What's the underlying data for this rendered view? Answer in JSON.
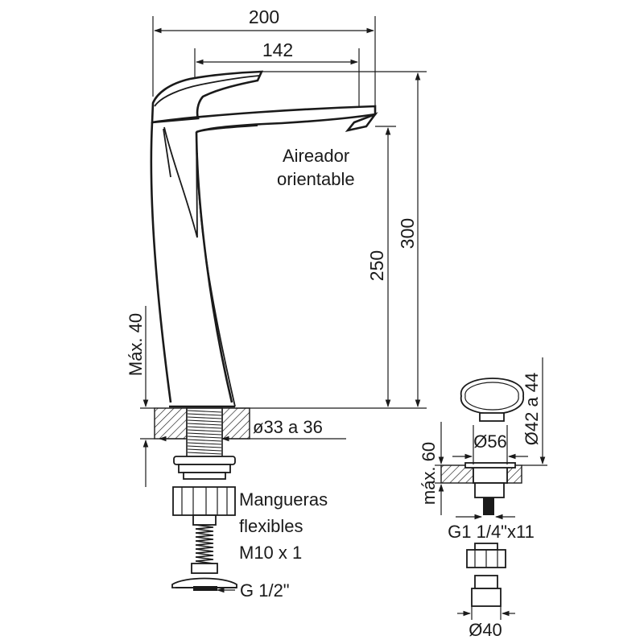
{
  "dimensions": {
    "width_total": "200",
    "spout_reach": "142",
    "height_total": "300",
    "height_spout": "250",
    "max_counter_thickness": "Máx. 40",
    "hole_diameter": "ø33 a 36",
    "drain_max_thickness": "máx. 60",
    "drain_cap_diameter": "Ø56",
    "drain_hole_diameter": "Ø42 a 44",
    "drain_thread": "G1 1/4\"x11",
    "drain_outlet_diameter": "Ø40"
  },
  "labels": {
    "aerator_line1": "Aireador",
    "aerator_line2": "orientable",
    "hoses_line1": "Mangueras",
    "hoses_line2": "flexibles",
    "hoses_line3": "M10 x 1",
    "inlet_thread": "G 1/2\""
  }
}
